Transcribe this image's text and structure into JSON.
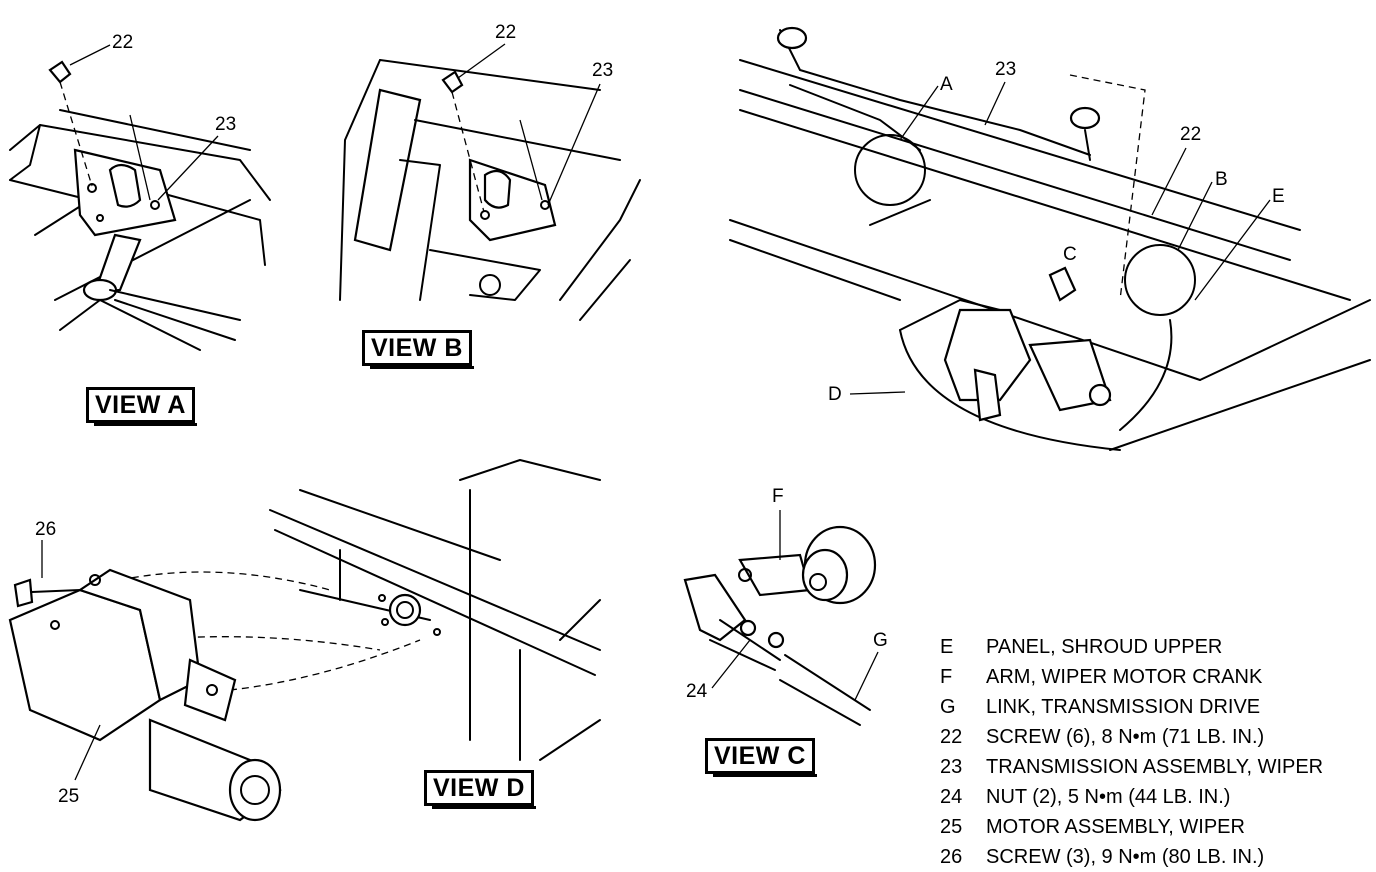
{
  "views": {
    "a": "VIEW A",
    "b": "VIEW B",
    "c": "VIEW C",
    "d": "VIEW D"
  },
  "callouts": {
    "screw": "22",
    "transmission": "23",
    "nut": "24",
    "motor": "25",
    "motor_screw": "26",
    "a": "A",
    "b": "B",
    "c": "C",
    "d": "D",
    "e": "E",
    "f": "F",
    "g": "G"
  },
  "legend": [
    {
      "key": "E",
      "desc": "PANEL, SHROUD UPPER"
    },
    {
      "key": "F",
      "desc": "ARM, WIPER MOTOR CRANK"
    },
    {
      "key": "G",
      "desc": "LINK, TRANSMISSION DRIVE"
    },
    {
      "key": "22",
      "desc": "SCREW (6), 8 N•m (71 LB. IN.)"
    },
    {
      "key": "23",
      "desc": "TRANSMISSION ASSEMBLY, WIPER"
    },
    {
      "key": "24",
      "desc": "NUT (2), 5 N•m (44 LB. IN.)"
    },
    {
      "key": "25",
      "desc": "MOTOR ASSEMBLY, WIPER"
    },
    {
      "key": "26",
      "desc": "SCREW (3), 9 N•m (80 LB. IN.)"
    }
  ]
}
